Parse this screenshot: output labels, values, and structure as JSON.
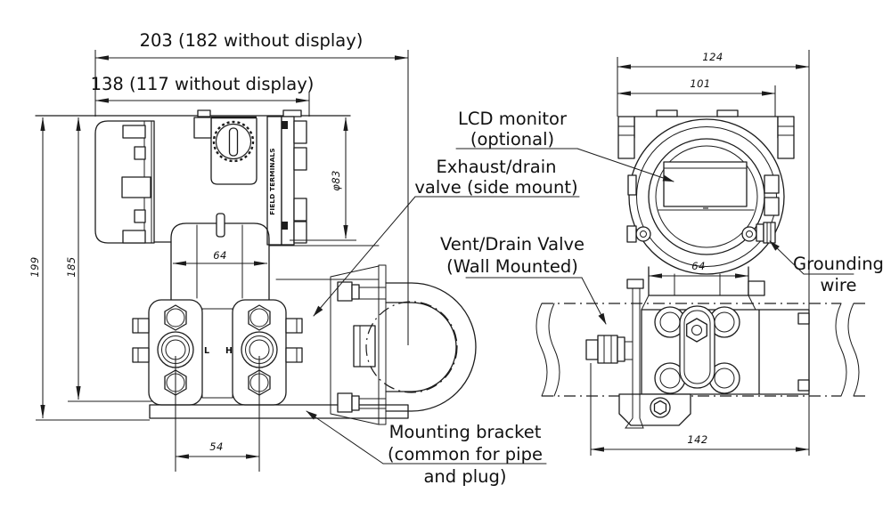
{
  "drawing": {
    "side_view": {
      "dim_overall_length": "203 (182 without display)",
      "dim_housing_length": "138 (117 without display)",
      "dim_height_overall": "199",
      "dim_height_body": "185",
      "dim_cover_diameter": "φ83",
      "dim_sensor_width": "64",
      "dim_port_spacing": "54",
      "cover_text": "FIELD TERMINALS",
      "port_low_label": "L",
      "port_high_label": "H"
    },
    "front_view": {
      "dim_width_overall": "124",
      "dim_width_housing": "101",
      "dim_neck_width": "64",
      "dim_bracket_width": "142"
    },
    "callouts": {
      "lcd_line1": "LCD monitor",
      "lcd_line2": "(optional)",
      "exhaust_line1": "Exhaust/drain",
      "exhaust_line2": "valve (side mount)",
      "vent_line1": "Vent/Drain Valve",
      "vent_line2": "(Wall Mounted)",
      "grounding_line1": "Grounding",
      "grounding_line2": "wire",
      "mounting_line1": "Mounting bracket",
      "mounting_line2": "(common for pipe",
      "mounting_line3": "and plug)"
    },
    "colors": {
      "line": "#1c1c1c",
      "background": "#ffffff"
    }
  }
}
